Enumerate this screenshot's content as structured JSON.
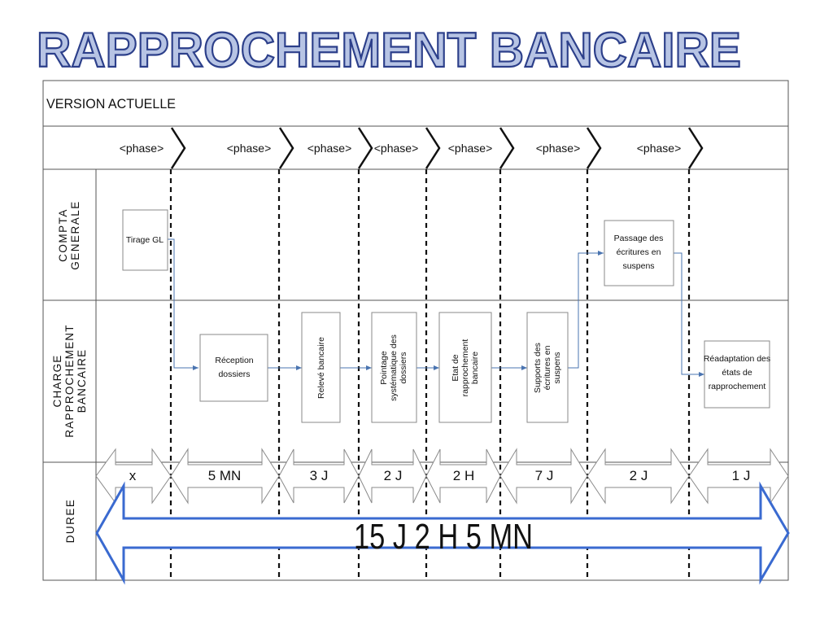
{
  "title": "RAPPROCHEMENT BANCAIRE",
  "version_label": "VERSION ACTUELLE",
  "phase_label": "<phase>",
  "lanes": {
    "compta": [
      "COMPTA",
      "GENERALE"
    ],
    "charge": [
      "CHARGE",
      "RAPPROCHEMENT",
      "BANCAIRE"
    ],
    "duree": [
      "DUREE"
    ]
  },
  "boxes": {
    "tirage_gl": [
      "Tirage GL"
    ],
    "reception": [
      "Réception",
      "dossiers"
    ],
    "releve": [
      "Relevé bancaire"
    ],
    "pointage": [
      "Pointage",
      "systématique des",
      "dossiers"
    ],
    "etat": [
      "Etat de",
      "rapprochement",
      "bancaire"
    ],
    "supports": [
      "Supports des",
      "écritures en",
      "suspens"
    ],
    "passage": [
      "Passage des",
      "écritures en",
      "suspens"
    ],
    "readaptation": [
      "Réadaptation des",
      "états de",
      "rapprochement"
    ]
  },
  "durations": [
    "x",
    "5 MN",
    "3 J",
    "2 J",
    "2 H",
    "7 J",
    "2 J",
    "1 J"
  ],
  "total_duration": "15 J 2 H 5 MN",
  "colors": {
    "flow_arrow": "#4a74b0",
    "total_arrow": "#3a6ad0",
    "title_fill": "#b7c4e4",
    "title_stroke": "#2c3f8a"
  }
}
